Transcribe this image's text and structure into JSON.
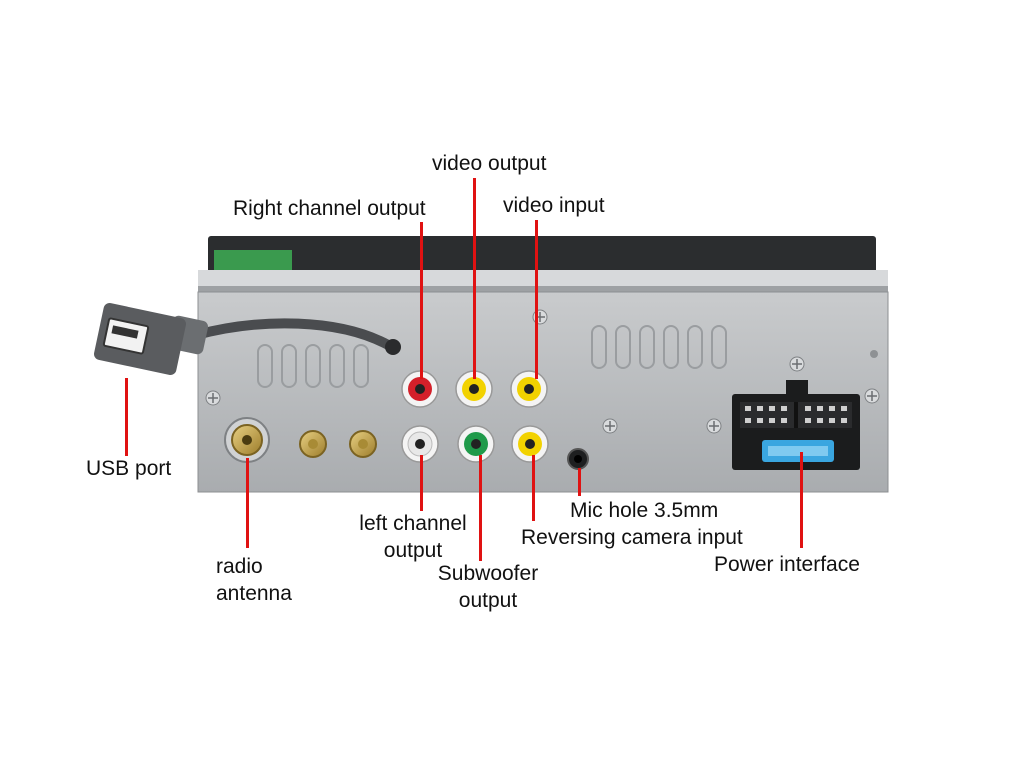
{
  "labels": {
    "video_output": "video output",
    "right_channel_output": "Right channel output",
    "video_input": "video input",
    "usb_port": "USB port",
    "left_channel_output_1": "left channel",
    "left_channel_output_2": "output",
    "mic_hole": "Mic hole 3.5mm",
    "reversing_camera_input": "Reversing camera input",
    "radio_antenna_1": "radio",
    "radio_antenna_2": "antenna",
    "subwoofer_output_1": "Subwoofer",
    "subwoofer_output_2": "output",
    "power_interface": "Power interface"
  },
  "colors": {
    "pointer_line": "#e01212",
    "panel": "#b9bcbf",
    "rca_red": "#d4202a",
    "rca_yellow": "#f2d200",
    "rca_white": "#f4f4f4",
    "rca_green": "#1f9a4a",
    "pcb": "#3a9a4e",
    "fuse": "#3aa6e0",
    "antenna_gold": "#c9a94a"
  }
}
